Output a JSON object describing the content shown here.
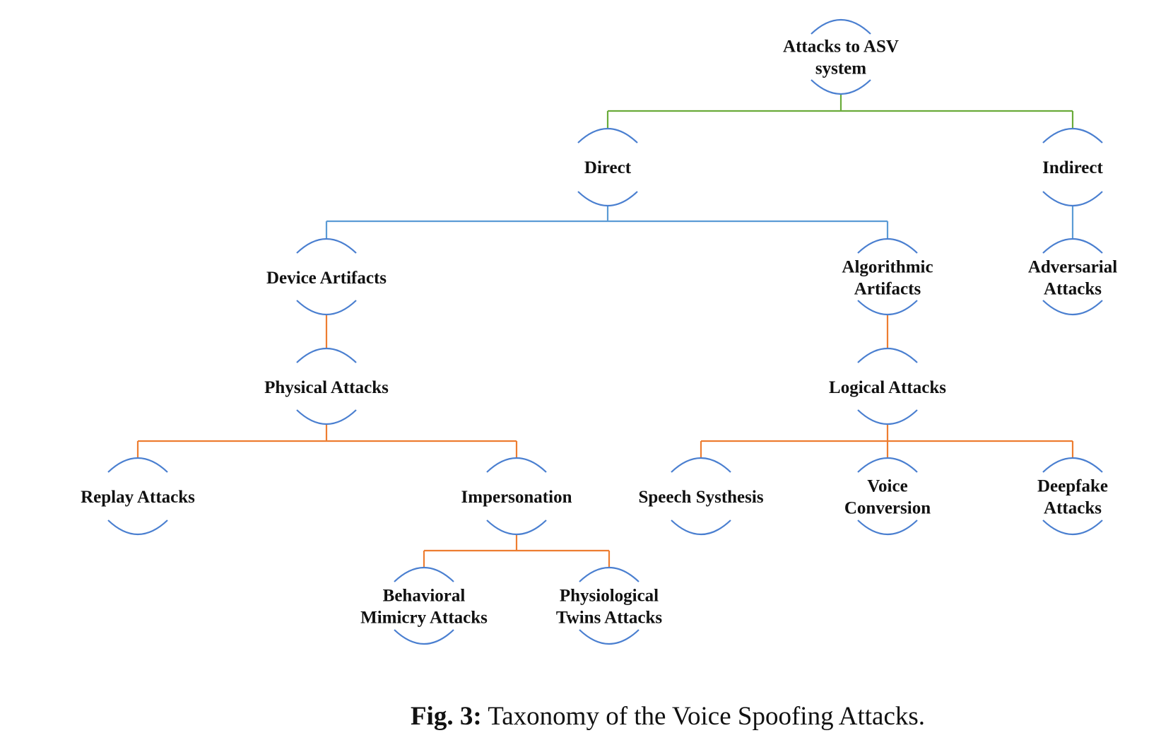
{
  "colors": {
    "root_edge": "#6aab3a",
    "level1_edge": "#5b9bd5",
    "leaf_edge": "#ed7d31",
    "node_arc": "#4a7fd0",
    "text": "#111111"
  },
  "nodes": {
    "root": {
      "lines": [
        "Attacks to ASV",
        "system"
      ]
    },
    "direct": {
      "lines": [
        "Direct"
      ]
    },
    "indirect": {
      "lines": [
        "Indirect"
      ]
    },
    "device_artifacts": {
      "lines": [
        "Device Artifacts"
      ]
    },
    "algorithmic_artifacts": {
      "lines": [
        "Algorithmic",
        "Artifacts"
      ]
    },
    "adversarial_attacks": {
      "lines": [
        "Adversarial",
        "Attacks"
      ]
    },
    "physical_attacks": {
      "lines": [
        "Physical Attacks"
      ]
    },
    "logical_attacks": {
      "lines": [
        "Logical Attacks"
      ]
    },
    "replay_attacks": {
      "lines": [
        "Replay Attacks"
      ]
    },
    "impersonation": {
      "lines": [
        "Impersonation"
      ]
    },
    "speech_synthesis": {
      "lines": [
        "Speech Systhesis"
      ]
    },
    "voice_conversion": {
      "lines": [
        "Voice",
        "Conversion"
      ]
    },
    "deepfake_attacks": {
      "lines": [
        "Deepfake",
        "Attacks"
      ]
    },
    "behavioral_mimicry": {
      "lines": [
        "Behavioral",
        "Mimicry Attacks"
      ]
    },
    "physiological_twins": {
      "lines": [
        "Physiological",
        "Twins Attacks"
      ]
    }
  },
  "caption": {
    "label": "Fig. 3:",
    "text": "Taxonomy of the Voice Spoofing Attacks."
  }
}
